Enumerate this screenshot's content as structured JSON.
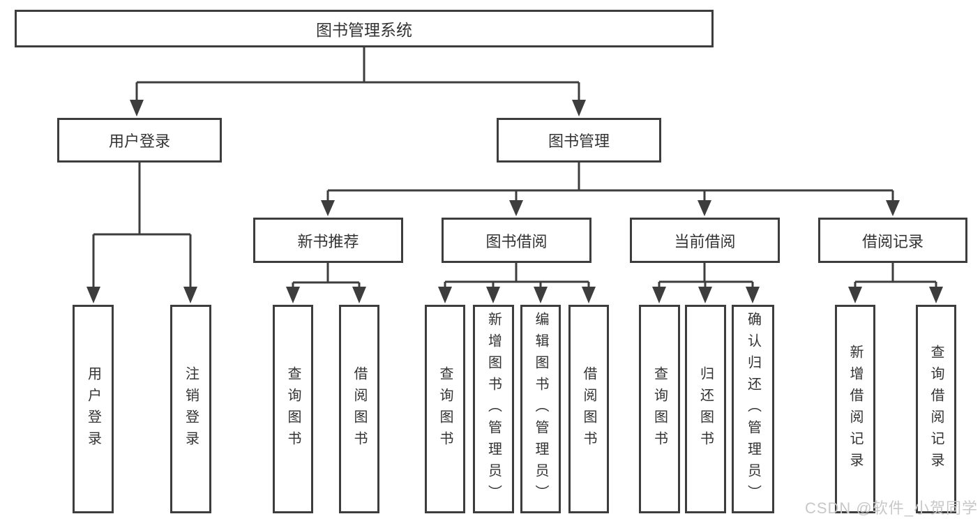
{
  "diagram": {
    "title": "图书管理系统",
    "root": "图书管理系统",
    "level1": [
      "用户登录",
      "图书管理"
    ],
    "level2": [
      "新书推荐",
      "图书借阅",
      "当前借阅",
      "借阅记录"
    ],
    "leaves_user_login": [
      "用户登录",
      "注销登录"
    ],
    "leaves_new_book": [
      "查询图书",
      "借阅图书"
    ],
    "leaves_book_borrow": [
      "查询图书",
      "新增图书（管理员）",
      "编辑图书（管理员）",
      "借阅图书"
    ],
    "leaves_current_borrow": [
      "查询图书",
      "归还图书",
      "确认归还（管理员）"
    ],
    "leaves_borrow_records": [
      "新增借阅记录",
      "查询借阅记录"
    ]
  },
  "watermark": "CSDN @软件_小贺同学",
  "colors": {
    "line": "#3d3d3d",
    "text": "#333333",
    "background": "#ffffff",
    "watermark": "#c8c8c8"
  }
}
